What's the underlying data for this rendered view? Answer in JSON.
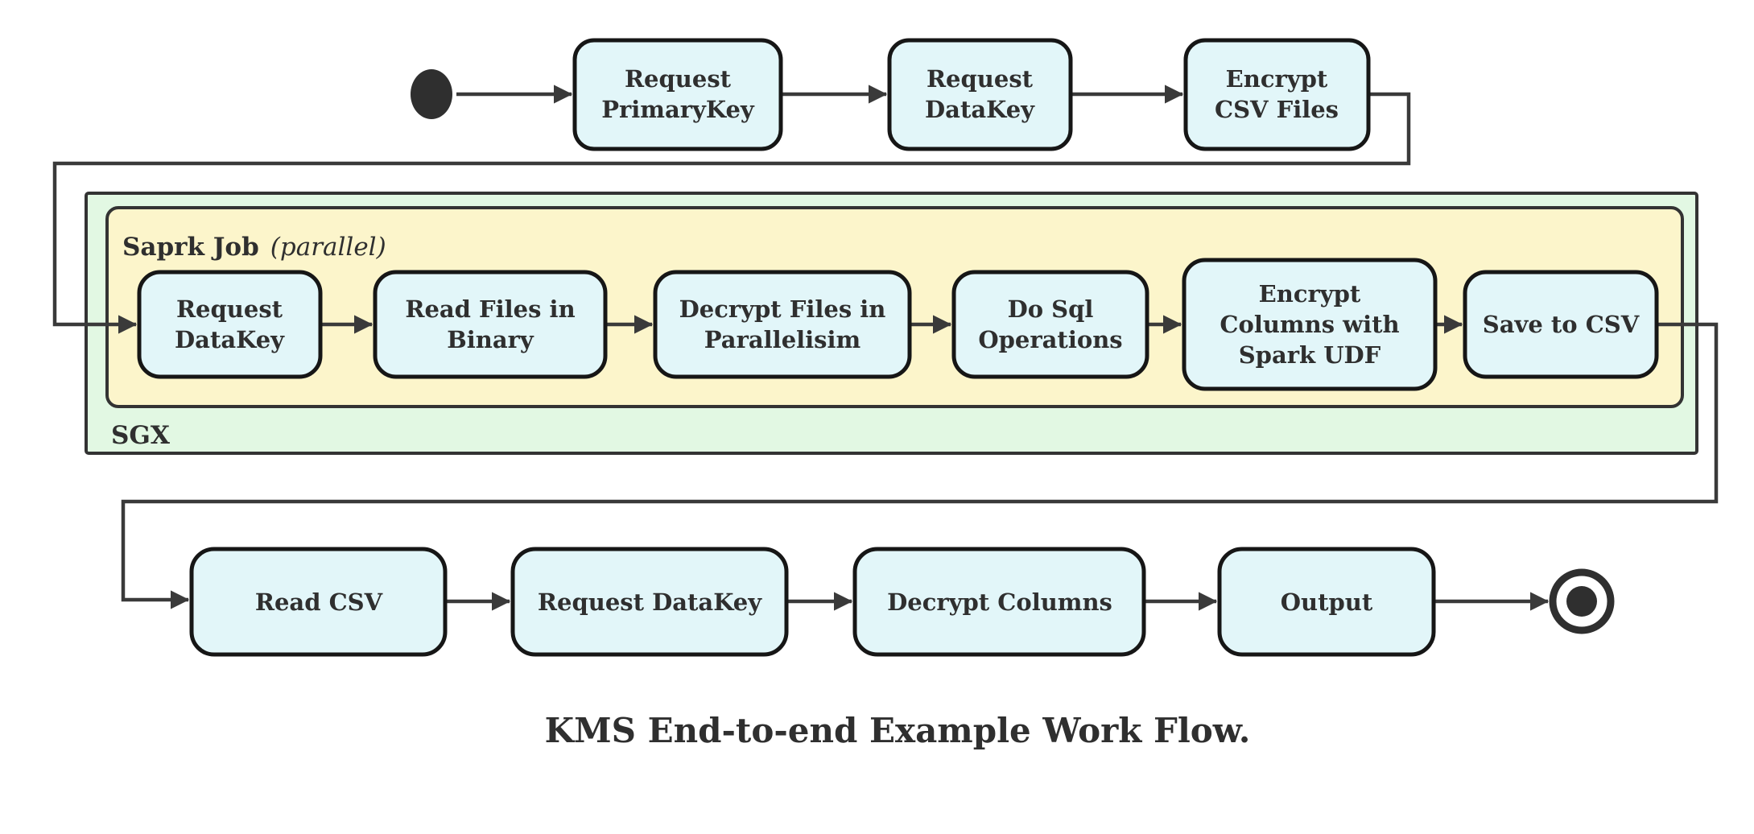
{
  "diagram": {
    "type": "activity-flowchart",
    "caption": "KMS End-to-end Example Work Flow.",
    "colors": {
      "activity_fill": "#e2f6f9",
      "activity_stroke": "#161616",
      "sgx_container_fill": "#e2f8e3",
      "spark_container_fill": "#fcf5cb",
      "container_stroke": "#333333",
      "connector": "#3a3a3a",
      "text": "#2f2f2f",
      "start_end_fill": "#2f2f2f",
      "background": "#ffffff"
    },
    "start_node": "start",
    "end_node": "end",
    "top_row": [
      {
        "id": "request-primarykey",
        "lines": [
          "Request",
          "PrimaryKey"
        ]
      },
      {
        "id": "request-datakey",
        "lines": [
          "Request",
          "DataKey"
        ]
      },
      {
        "id": "encrypt-csv-files",
        "lines": [
          "Encrypt",
          "CSV Files"
        ]
      }
    ],
    "sgx_group": {
      "label": "SGX",
      "spark_group": {
        "label": "Saprk Job",
        "label_suffix": "(parallel)",
        "nodes": [
          {
            "id": "request-datakey-sgx",
            "lines": [
              "Request",
              "DataKey"
            ]
          },
          {
            "id": "read-files-in-binary",
            "lines": [
              "Read Files in",
              "Binary"
            ]
          },
          {
            "id": "decrypt-files-in-parallelisim",
            "lines": [
              "Decrypt Files in",
              "Parallelisim"
            ]
          },
          {
            "id": "do-sql-operations",
            "lines": [
              "Do Sql",
              "Operations"
            ]
          },
          {
            "id": "encrypt-columns-with-spark-udf",
            "lines": [
              "Encrypt",
              "Columns with",
              "Spark UDF"
            ]
          },
          {
            "id": "save-to-csv",
            "lines": [
              "Save to CSV"
            ]
          }
        ]
      }
    },
    "bottom_row": [
      {
        "id": "read-csv",
        "label": "Read CSV"
      },
      {
        "id": "request-datakey-2",
        "label": "Request DataKey"
      },
      {
        "id": "decrypt-columns",
        "label": "Decrypt Columns"
      },
      {
        "id": "output",
        "label": "Output"
      }
    ]
  }
}
